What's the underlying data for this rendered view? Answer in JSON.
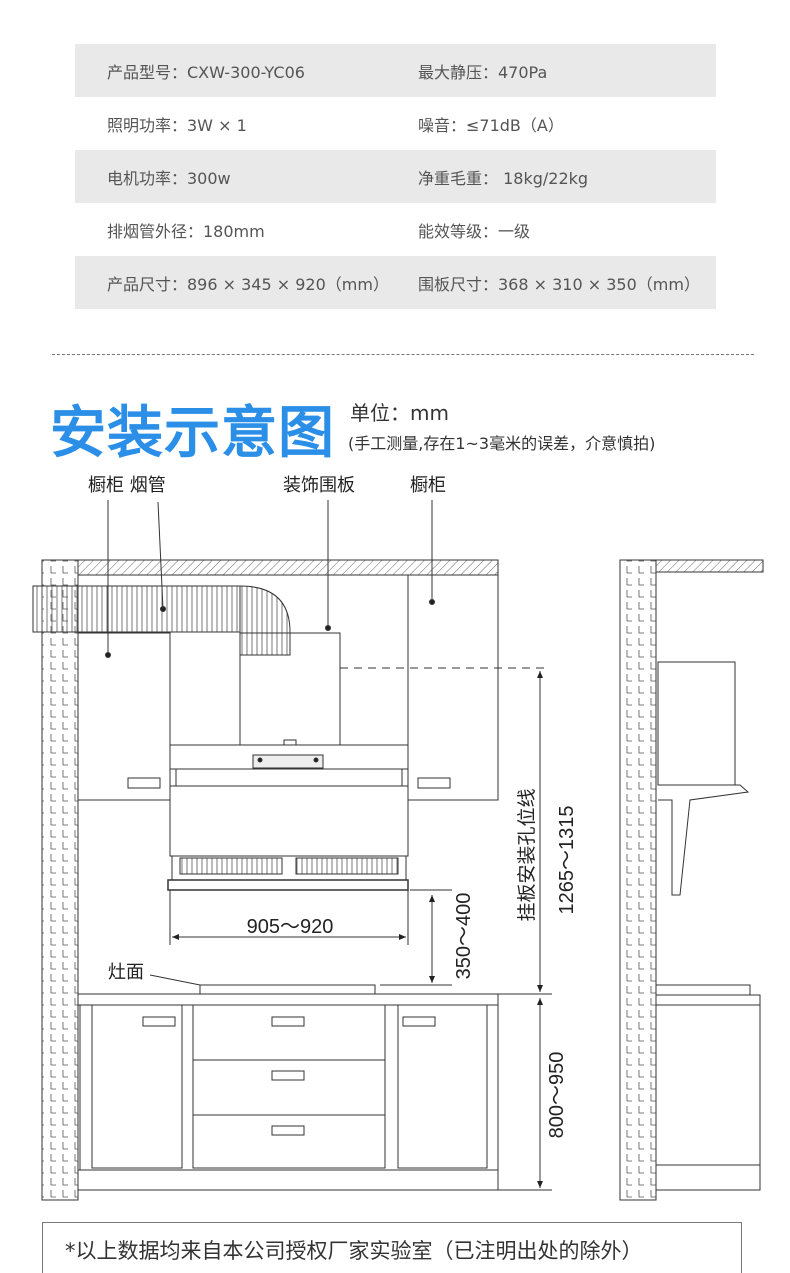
{
  "specs": [
    {
      "left": "产品型号：CXW-300-YC06",
      "right": "最大静压：470Pa"
    },
    {
      "left": "照明功率：3W × 1",
      "right": "噪音：≤71dB（A）"
    },
    {
      "left": "电机功率：300w",
      "right": "净重毛重： 18kg/22kg"
    },
    {
      "left": "排烟管外径：180mm",
      "right": "能效等级：一级"
    },
    {
      "left": "产品尺寸：896 × 345 × 920（mm）",
      "right": "围板尺寸：368 × 310 × 350（mm）"
    }
  ],
  "section": {
    "title": "安装示意图",
    "unit": "单位：mm",
    "note": "(手工测量,存在1~3毫米的误差，介意慎拍)"
  },
  "diagram": {
    "labels": {
      "cabinet_duct": "橱柜 烟管",
      "decor_panel": "装饰围板",
      "cabinet_right": "橱柜",
      "stove_surface": "灶面"
    },
    "dimensions": {
      "width": "905～920",
      "hood_height": "350～400",
      "mount_line": "挂板安装孔位线",
      "mount_height": "1265～1315",
      "counter_height": "800～950"
    }
  },
  "footer": "*以上数据均来自本公司授权厂家实验室（已注明出处的除外）",
  "colors": {
    "accent": "#2b8fe8",
    "row_gray": "#e9e9e9"
  }
}
